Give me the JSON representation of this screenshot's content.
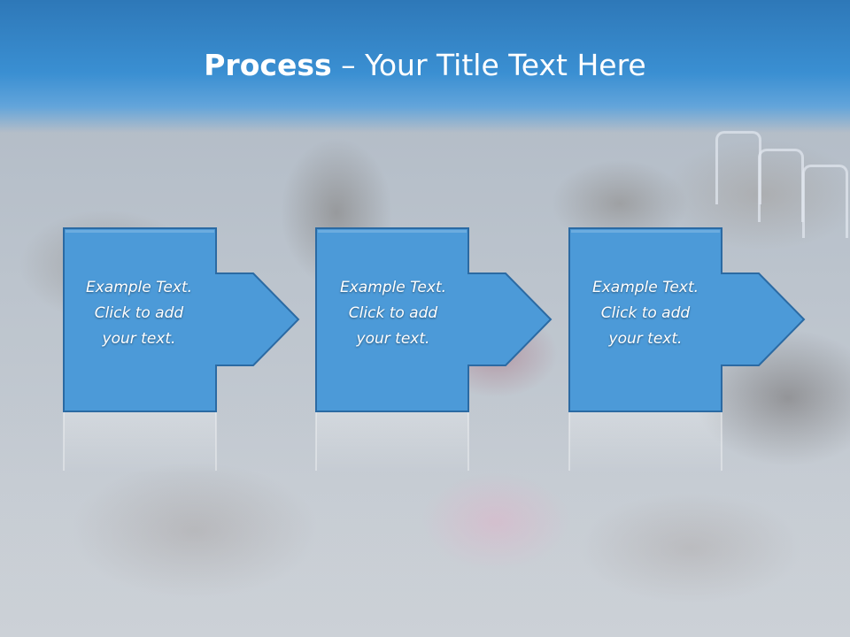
{
  "slide": {
    "title_bold": "Process",
    "title_rest": " – Your Title Text Here"
  },
  "steps": [
    {
      "line1": "Example Text.",
      "line2": "Click  to add",
      "line3": "your text."
    },
    {
      "line1": "Example Text.",
      "line2": "Click  to add",
      "line3": "your text."
    },
    {
      "line1": "Example Text.",
      "line2": "Click  to add",
      "line3": "your text."
    }
  ],
  "colors": {
    "title_bar": "#3a8fd2",
    "step_fill": "#4c9ad8",
    "step_stroke": "#2b6aa3",
    "text": "#ffffff"
  }
}
